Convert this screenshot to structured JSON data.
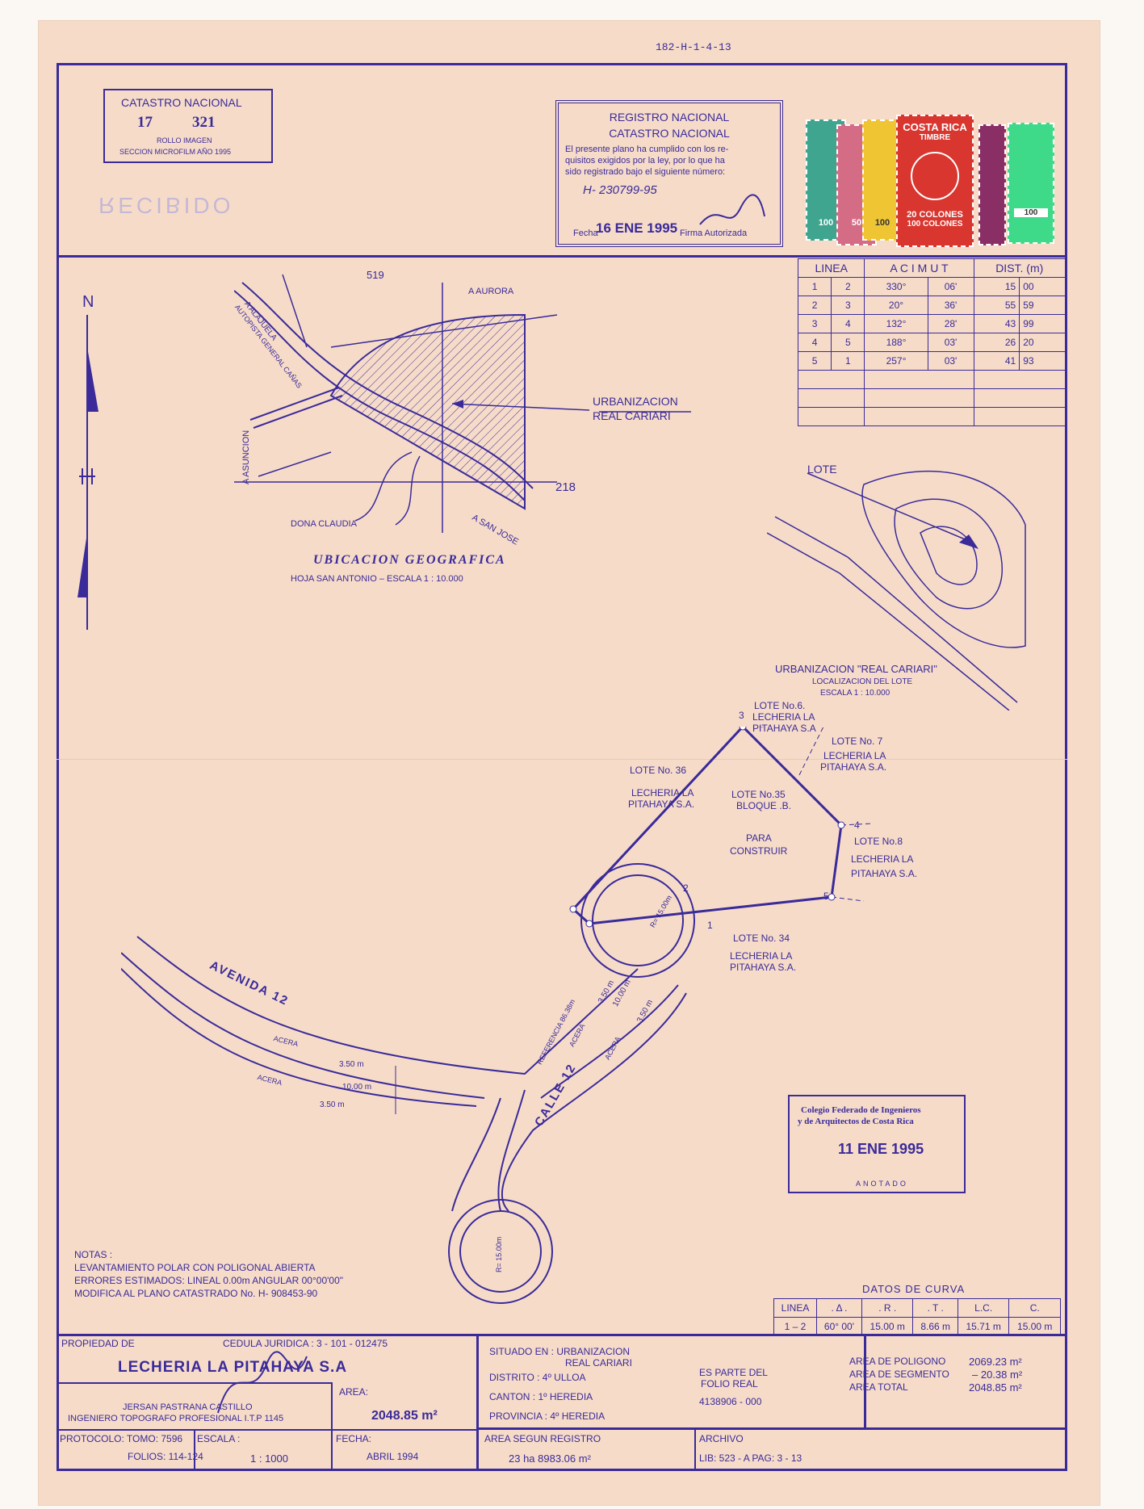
{
  "ref_code": "182-H-1-4-13",
  "catastro": {
    "title": "CATASTRO NACIONAL",
    "number_a": "17",
    "number_b": "321",
    "line1": "ROLLO IMAGEN",
    "line2": "SECCION MICROFILM AÑO 1995"
  },
  "ghost_stamp": "RECIBIDO",
  "registro": {
    "title1": "REGISTRO NACIONAL",
    "title2": "CATASTRO NACIONAL",
    "text1": "El presente plano ha cumplido con los re-",
    "text2": "quisitos exigidos por la ley, por lo que ha",
    "text3": "sido registrado bajo el siguiente número:",
    "number": "H- 230799-95",
    "fecha_label": "Fecha",
    "fecha_value": "16 ENE 1995",
    "firma_label": "Firma Autorizada"
  },
  "timbres": {
    "brand": "COSTA RICA",
    "label": "TIMBRE",
    "value": "20 COLONES",
    "value2": "100 COLONES",
    "small": "100",
    "small2": "50"
  },
  "lines_table": {
    "headers": [
      "LINEA",
      "A C I M U T",
      "DIST. (m)"
    ],
    "rows": [
      [
        "1",
        "2",
        "330°",
        "06'",
        "15",
        "00"
      ],
      [
        "2",
        "3",
        "20°",
        "36'",
        "55",
        "59"
      ],
      [
        "3",
        "4",
        "132°",
        "28'",
        "43",
        "99"
      ],
      [
        "4",
        "5",
        "188°",
        "03'",
        "26",
        "20"
      ],
      [
        "5",
        "1",
        "257°",
        "03'",
        "41",
        "93"
      ]
    ]
  },
  "north": "N",
  "ubicacion": {
    "title": "UBICACION GEOGRAFICA",
    "subtitle": "HOJA SAN ANTONIO  –  ESCALA 1 : 10.000",
    "aurora": "A AURORA",
    "alajuela": "A ALAJUELA",
    "autopista": "AUTOPISTA GENERAL CAÑAS",
    "asuncion": "A ASUNCION",
    "dona": "DONA CLAUDIA",
    "sanjose": "A SAN JOSE",
    "urb1": "URBANIZACION",
    "urb2": "REAL CARIARI",
    "coord_top": "519",
    "coord_right": "218"
  },
  "loc_lote": {
    "lote": "LOTE",
    "line1": "URBANIZACION  \"REAL CARIARI\"",
    "line2": "LOCALIZACION  DEL LOTE",
    "line3": "ESCALA 1 : 10.000"
  },
  "parcel": {
    "lote6a": "LOTE No.6.",
    "lote6b": "LECHERIA LA",
    "lote6c": "PITAHAYA S.A",
    "lote7a": "LOTE No. 7",
    "lote7b": "LECHERIA LA",
    "lote7c": "PITAHAYA S.A.",
    "lote36a": "LOTE No. 36",
    "lote36b": "LECHERIA LA",
    "lote36c": "PITAHAYA S.A.",
    "lote35a": "LOTE No.35",
    "lote35b": "BLOQUE .B.",
    "para1": "PARA",
    "para2": "CONSTRUIR",
    "lote8a": "LOTE No.8",
    "lote8b": "LECHERIA LA",
    "lote8c": "PITAHAYA S.A.",
    "lote34a": "LOTE No. 34",
    "lote34b": "LECHERIA LA",
    "lote34c": "PITAHAYA S.A.",
    "p1": "1",
    "p2": "2",
    "p3": "3",
    "p4": "4",
    "p5": "5"
  },
  "roads": {
    "avenida": "AVENIDA 12",
    "calle": "CALLE 12",
    "acera": "ACERA",
    "w350": "3.50 m",
    "w1000": "10.00 m",
    "ref": "REFERENCIA 86.38m",
    "r15": "R= 15.00m"
  },
  "colegio": {
    "line1": "Colegio Federado de Ingenieros",
    "line2": "y de Arquitectos de Costa Rica",
    "date": "11 ENE 1995",
    "anotado": "ANOTADO"
  },
  "notas": {
    "title": "NOTAS :",
    "line1": "LEVANTAMIENTO POLAR CON POLIGONAL ABIERTA",
    "line2": "ERRORES ESTIMADOS: LINEAL  0.00m   ANGULAR 00°00'00\"",
    "line3": "MODIFICA AL PLANO CATASTRADO No. H- 908453-90"
  },
  "curva": {
    "title": "DATOS  DE  CURVA",
    "headers": [
      "LINEA",
      ". Δ .",
      ". R .",
      ". T .",
      "L.C.",
      "C."
    ],
    "row": [
      "1 – 2",
      "60° 00'",
      "15.00 m",
      "8.66 m",
      "15.71 m",
      "15.00 m"
    ]
  },
  "titleblock": {
    "propiedad_label": "PROPIEDAD DE",
    "cedula": "CEDULA JURIDICA :  3 - 101 - 012475",
    "owner": "LECHERIA  LA PITAHAYA  S.A",
    "area_label": "AREA:",
    "area_value": "2048.85 m²",
    "surveyor1": "JERSAN  PASTRANA CASTILLO",
    "surveyor2": "INGENIERO  TOPOGRAFO  PROFESIONAL  I.T.P  1145",
    "protocolo": "PROTOCOLO: TOMO: 7596",
    "folios": "FOLIOS: 114-124",
    "escala_label": "ESCALA :",
    "escala_value": "1 : 1000",
    "fecha_label": "FECHA:",
    "fecha_value": "ABRIL  1994",
    "situado1": "SITUADO  EN : URBANIZACION",
    "situado2": "REAL CARIARI",
    "distrito": "DISTRITO :  4º  ULLOA",
    "canton": "CANTON :  1º  HEREDIA",
    "provincia": "PROVINCIA :  4º  HEREDIA",
    "es_parte1": "ES  PARTE  DEL",
    "es_parte2": "FOLIO  REAL",
    "folio": "4138906 - 000",
    "area_reg_label": "AREA  SEGUN  REGISTRO",
    "area_reg_value": "23 ha  8983.06 m²",
    "archivo_label": "ARCHIVO",
    "archivo_value": "LIB: 523 - A   PAG: 3 - 13",
    "ap_label": "AREA  DE  POLIGONO",
    "ap_value": "2069.23 m²",
    "as_label": "AREA  DE  SEGMENTO",
    "as_value": "– 20.38 m²",
    "at_label": "AREA  TOTAL",
    "at_value": "2048.85 m²"
  },
  "colors": {
    "ink": "#3a2a9a",
    "paper": "#f6dcc8",
    "stamp_green": "#3fd98a",
    "stamp_red": "#d8362f",
    "stamp_yellow": "#f0c534"
  }
}
